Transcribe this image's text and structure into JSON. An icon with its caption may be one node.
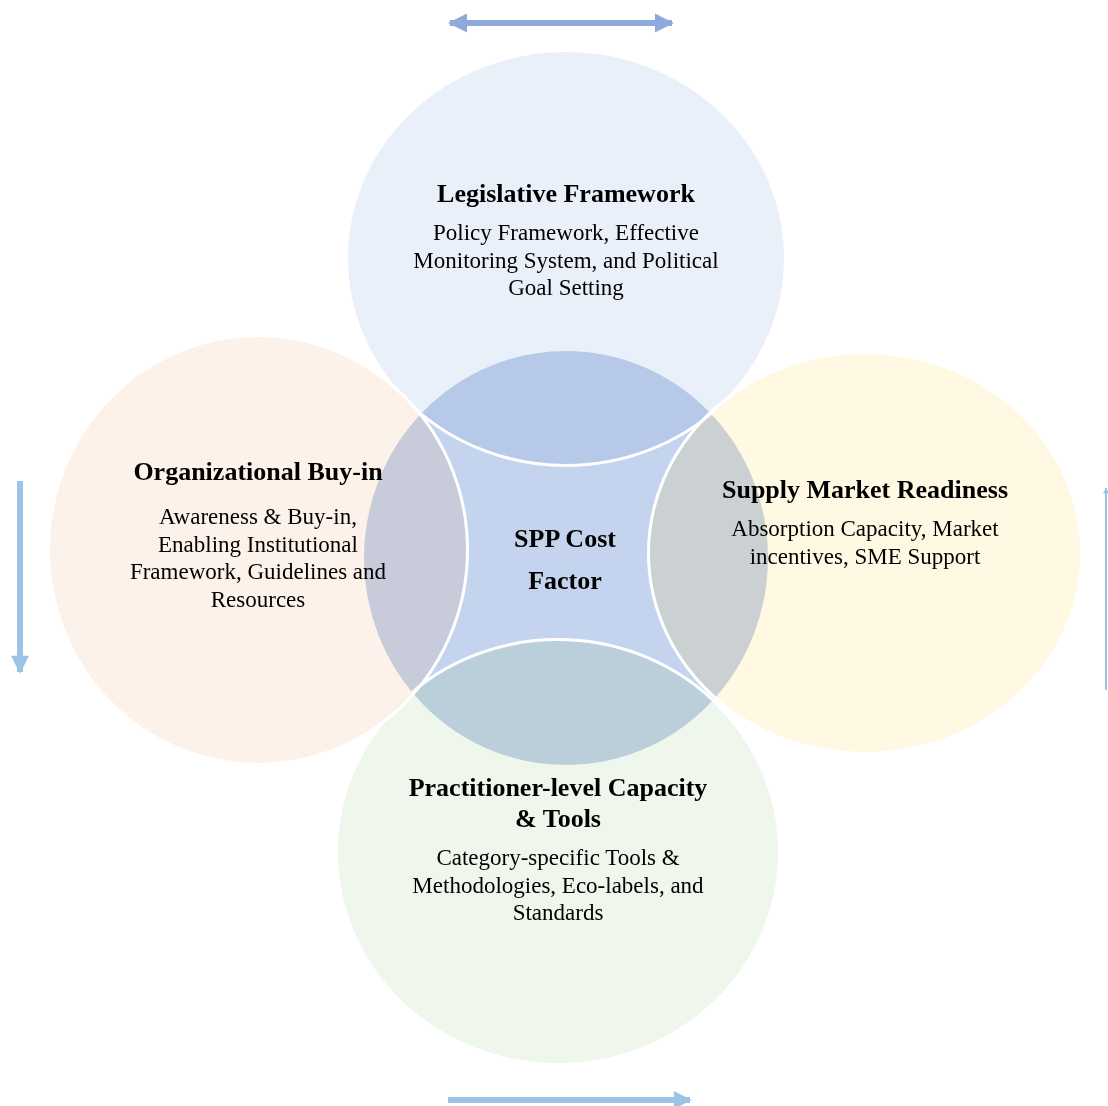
{
  "diagram": {
    "nodes": [
      {
        "text": [
          "Legislative Framework",
          "Policy Framework, Effective Monitoring System, and Political Goal Setting"
        ]
      },
      {
        "text": [
          "Organizational Buy-in",
          "Awareness & Buy-in, Enabling Institutional Framework, Guidelines and Resources"
        ]
      },
      {
        "text": [
          "SPP Cost Factor"
        ]
      },
      {
        "text": [
          "Supply Market Readiness",
          "Absorption Capacity, Market incentives, SME Support"
        ]
      },
      {
        "text": [
          "Practitioner-level Capacity & Tools",
          "Category-specific Tools & Methodologies, Eco-labels, and Standards"
        ]
      }
    ],
    "edges": []
  }
}
